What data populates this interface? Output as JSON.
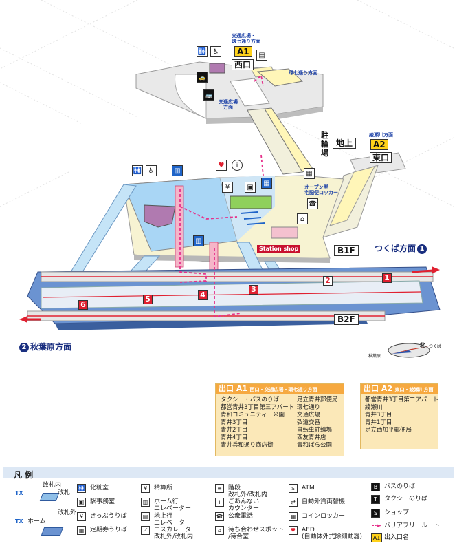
{
  "exits": {
    "a1": {
      "code": "A1",
      "name": "西口",
      "note": "交通広場・\n環七通り方面"
    },
    "a2": {
      "code": "A2",
      "name": "東口",
      "note": "綾瀬川方面"
    }
  },
  "labels": {
    "kannana": "環七通り方面",
    "kotsu": "交通広場\n方面",
    "churin": "駐\n輪\n場",
    "chijo": "地上",
    "b1f": "B1F",
    "b2f": "B2F",
    "station_shop": "Station shop",
    "locker": "オープン型\n宅配便ロッカー",
    "tsukuba": "つくば方面",
    "tsukuba_num": "1",
    "akihabara": "秋葉原方面",
    "akihabara_num": "2",
    "compass_n": "北",
    "compass_tsukuba": "つくば",
    "compass_akihabara": "秋葉原"
  },
  "tracks": [
    "1",
    "2",
    "3",
    "4",
    "5",
    "6"
  ],
  "info_a1": {
    "title": "出口 A1",
    "subtitle": "西口・交通広場・環七通り方面",
    "col1": [
      "タクシー・バスのりば",
      "都営青井3丁目第三アパート",
      "青和コミュニティー公園",
      "青井3丁目",
      "青井2丁目",
      "青井4丁目",
      "青井兵和通り商店街"
    ],
    "col2": [
      "足立青井郵便局",
      "環七通り",
      "交通広場",
      "弘道交番",
      "自転車駐輪場",
      "西友青井店",
      "青和ばら公園"
    ]
  },
  "info_a2": {
    "title": "出口 A2",
    "subtitle": "東口・綾瀬川方面",
    "col1": [
      "都営青井3丁目第二アパート",
      "綾瀬川",
      "青井3丁目",
      "青井1丁目",
      "足立西加平郵便局"
    ]
  },
  "legend": {
    "title": "凡 例",
    "gate_inside": "改札内",
    "gate": "改札",
    "gate_outside": "改札外",
    "home": "ホーム",
    "items": [
      {
        "icon": "restroom-icon",
        "label": "化粧室"
      },
      {
        "icon": "station-office-icon",
        "label": "駅事務室"
      },
      {
        "icon": "ticket-icon",
        "label": "きっぷうりば"
      },
      {
        "icon": "pass-icon",
        "label": "定期券うりば"
      },
      {
        "icon": "fare-adjust-icon",
        "label": "精算所"
      },
      {
        "icon": "platform-elevator-icon",
        "label": "ホーム行\nエレベーター"
      },
      {
        "icon": "ground-elevator-icon",
        "label": "地上行\nエレベーター"
      },
      {
        "icon": "escalator-icon",
        "label": "エスカレーター\n改札外/改札内"
      },
      {
        "icon": "stairs-icon",
        "label": "階段\n改札外/改札内"
      },
      {
        "icon": "info-icon",
        "label": "ごあんない\nカウンター"
      },
      {
        "icon": "phone-icon",
        "label": "公衆電話"
      },
      {
        "icon": "waiting-icon",
        "label": "待ち合わせスポット\n/待合室"
      },
      {
        "icon": "atm-icon",
        "label": "ATM"
      },
      {
        "icon": "money-exchange-icon",
        "label": "自動外貨両替機"
      },
      {
        "icon": "coin-locker-icon",
        "label": "コインロッカー"
      },
      {
        "icon": "aed-icon",
        "label": "AED\n(自動体外式除細動器)"
      },
      {
        "icon": "bus-icon",
        "label": "バスのりば"
      },
      {
        "icon": "taxi-icon",
        "label": "タクシーのりば"
      },
      {
        "icon": "shop-icon",
        "label": "ショップ"
      },
      {
        "icon": "barrier-free-icon",
        "label": "バリアフリールート"
      },
      {
        "icon": "exit-name-icon",
        "label": "出入口名",
        "code": "A1"
      }
    ]
  },
  "colors": {
    "concourse": "#a9d6f5",
    "gate_area": "#f7f3d2",
    "platform": "#5b86c9",
    "accent_red": "#e02030",
    "exit_yellow": "#ffd21a",
    "info_bg": "#fbe8b8",
    "info_head": "#f6a940"
  }
}
